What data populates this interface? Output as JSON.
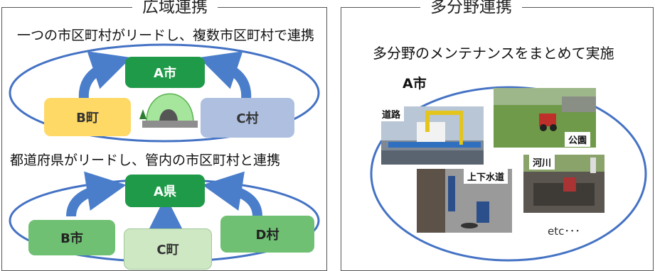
{
  "left": {
    "title": "広域連携",
    "caption_top": "一つの市区町村がリードし、複数市区町村で連携",
    "caption_bottom": "都道府県がリードし、管内の市区町村と連携",
    "top_diagram": {
      "center": "A市",
      "left": "B町",
      "right": "C村"
    },
    "bottom_diagram": {
      "center": "A県",
      "left": "B市",
      "middle": "C町",
      "right": "D村"
    }
  },
  "right": {
    "title": "多分野連携",
    "caption": "多分野のメンテナンスをまとめて実施",
    "city": "A市",
    "labels": {
      "road": "道路",
      "park": "公園",
      "river": "河川",
      "sewer": "上下水道",
      "etc": "etc･･･"
    }
  },
  "colors": {
    "ellipse": "#4472c4",
    "arrow": "#4a7ecb",
    "green": "#1f9a48"
  }
}
